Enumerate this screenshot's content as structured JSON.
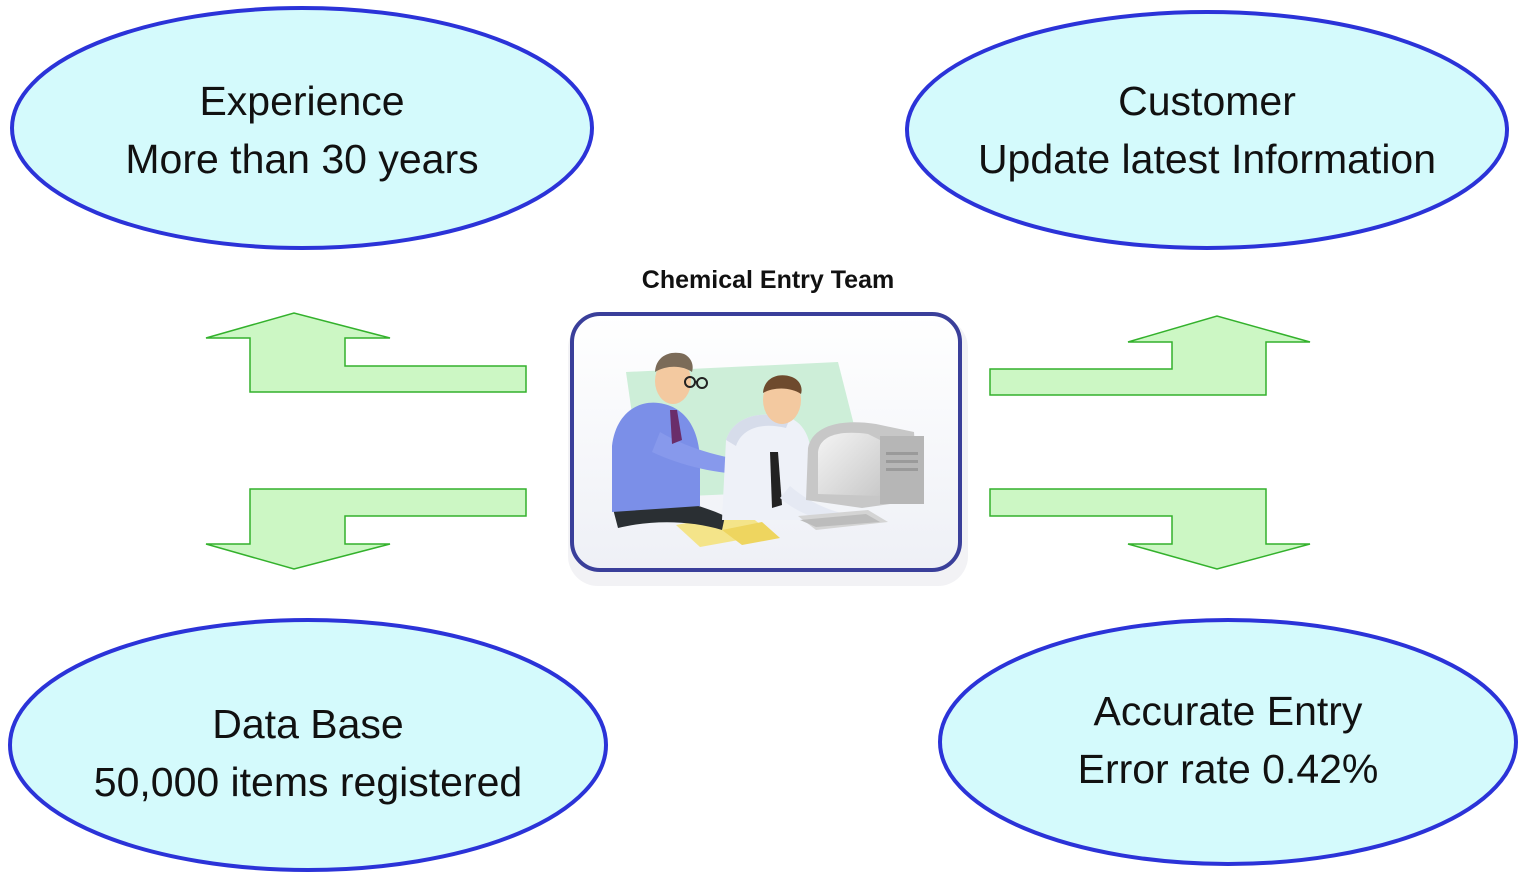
{
  "colors": {
    "bubble_fill": "#d4fafc",
    "bubble_stroke": "#2b33d8",
    "arrow_fill": "#ccf7c4",
    "arrow_stroke": "#33b12c",
    "frame_stroke": "#3a3f9a"
  },
  "team": {
    "title": "Chemical Entry Team",
    "illustration": "two-people-at-computer-illustration"
  },
  "bubbles": {
    "experience": {
      "line1": "Experience",
      "line2": "More than 30 years"
    },
    "customer": {
      "line1": "Customer",
      "line2": "Update latest Information"
    },
    "database": {
      "line1": "Data Base",
      "line2": "50,000 items registered"
    },
    "accuracy": {
      "line1": "Accurate Entry",
      "line2": "Error rate 0.42%"
    }
  }
}
